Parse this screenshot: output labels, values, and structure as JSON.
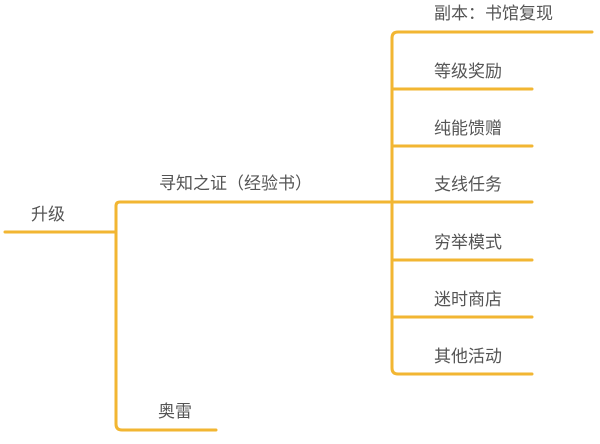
{
  "diagram": {
    "type": "mind-map",
    "line_color": "#F2B632",
    "text_color": "#555555",
    "root": {
      "label": "升级"
    },
    "branches": [
      {
        "label": "寻知之证（经验书）",
        "children": [
          {
            "label": "副本：书馆复现"
          },
          {
            "label": "等级奖励"
          },
          {
            "label": "纯能馈赠"
          },
          {
            "label": "支线任务"
          },
          {
            "label": "穷举模式"
          },
          {
            "label": "迷时商店"
          },
          {
            "label": "其他活动"
          }
        ]
      },
      {
        "label": "奥雷",
        "children": []
      }
    ]
  }
}
